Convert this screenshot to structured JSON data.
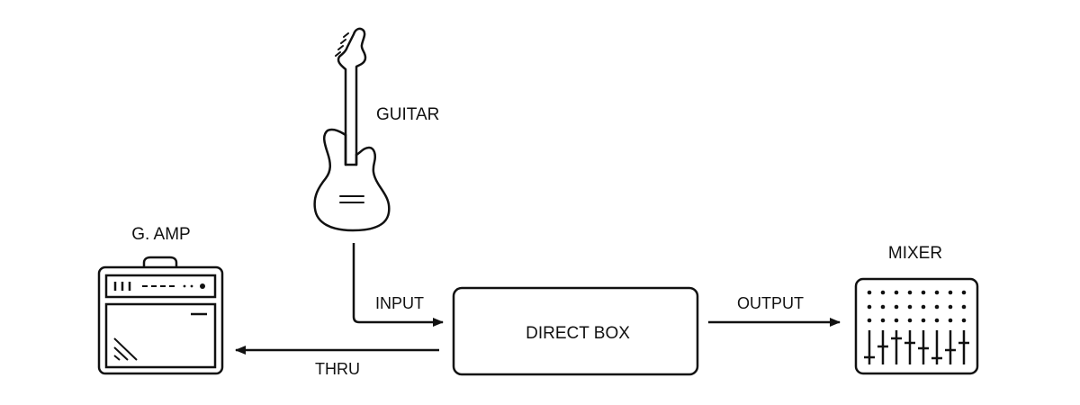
{
  "diagram": {
    "nodes": {
      "guitar": {
        "label": "GUITAR",
        "icon": "electric-guitar-icon"
      },
      "amp": {
        "label": "G. AMP",
        "icon": "guitar-amp-icon"
      },
      "direct_box": {
        "label": "DIRECT BOX"
      },
      "mixer": {
        "label": "MIXER",
        "icon": "mixer-console-icon"
      }
    },
    "connections": [
      {
        "from": "guitar",
        "to": "direct_box",
        "label": "INPUT"
      },
      {
        "from": "direct_box",
        "to": "amp",
        "label": "THRU"
      },
      {
        "from": "direct_box",
        "to": "mixer",
        "label": "OUTPUT"
      }
    ],
    "colors": {
      "stroke": "#111111",
      "background": "#ffffff"
    }
  }
}
